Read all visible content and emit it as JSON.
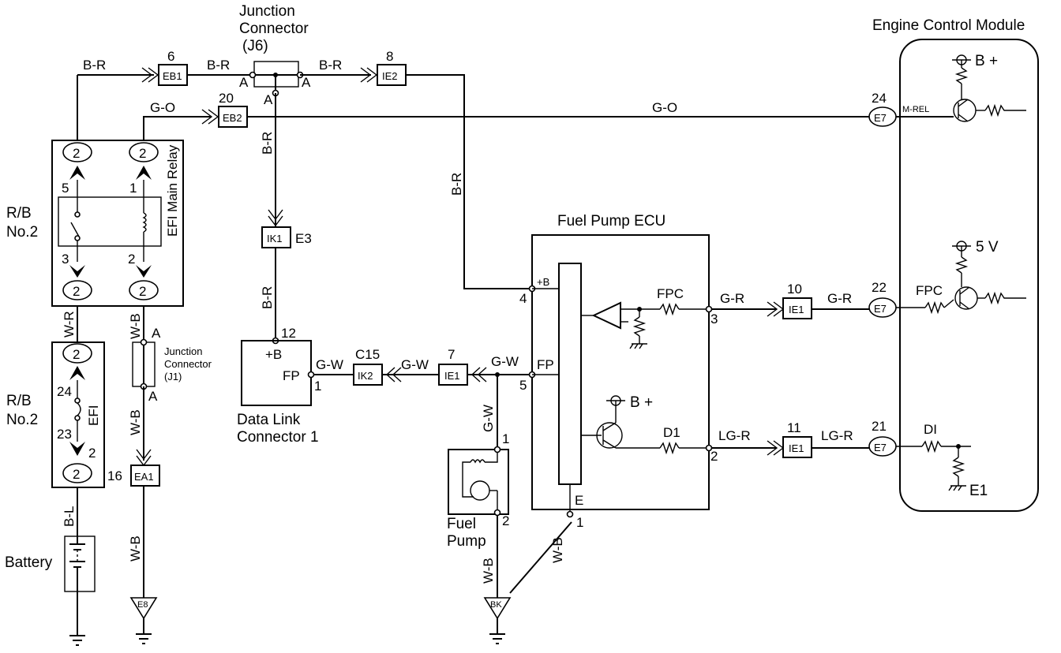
{
  "components": {
    "ecm": "Engine Control Module",
    "junction_j6_line1": "Junction",
    "junction_j6_line2": "Connector",
    "junction_j6_line3": "(J6)",
    "junction_j1_line1": "Junction",
    "junction_j1_line2": "Connector",
    "junction_j1_line3": "(J1)",
    "rb_no2": "R/B",
    "rb_no2_b": "No.2",
    "efi_main_relay": "EFI Main Relay",
    "efi_fuse": "EFI",
    "battery": "Battery",
    "fuel_pump_ecu": "Fuel Pump ECU",
    "dlc_line1": "Data Link",
    "dlc_line2": "Connector 1",
    "fuel_pump_line1": "Fuel",
    "fuel_pump_line2": "Pump"
  },
  "connectors": {
    "eb1": "EB1",
    "eb2": "EB2",
    "ie2": "IE2",
    "ik1": "IK1",
    "ik2": "IK2",
    "ie1": "IE1",
    "ea1": "EA1",
    "e7": "E7",
    "e8": "E8",
    "bk": "BK",
    "e3": "E3",
    "c15": "C15",
    "e1": "E1"
  },
  "wires": {
    "br": "B-R",
    "go": "G-O",
    "wr": "W-R",
    "wb": "W-B",
    "bl": "B-L",
    "gw": "G-W",
    "gr": "G-R",
    "lgr": "LG-R"
  },
  "signals": {
    "m_rel": "M-REL",
    "fpc": "FPC",
    "d1": "D1",
    "di": "DI",
    "fp": "FP",
    "plus_b": "+B",
    "e": "E",
    "b_plus": "B +",
    "five_v": "5 V",
    "a": "A"
  },
  "pins": {
    "p1": "1",
    "p2": "2",
    "p3": "3",
    "p4": "4",
    "p5": "5",
    "p6": "6",
    "p7": "7",
    "p8": "8",
    "p10": "10",
    "p11": "11",
    "p12": "12",
    "p16": "16",
    "p20": "20",
    "p21": "21",
    "p22": "22",
    "p23": "23",
    "p24": "24"
  }
}
